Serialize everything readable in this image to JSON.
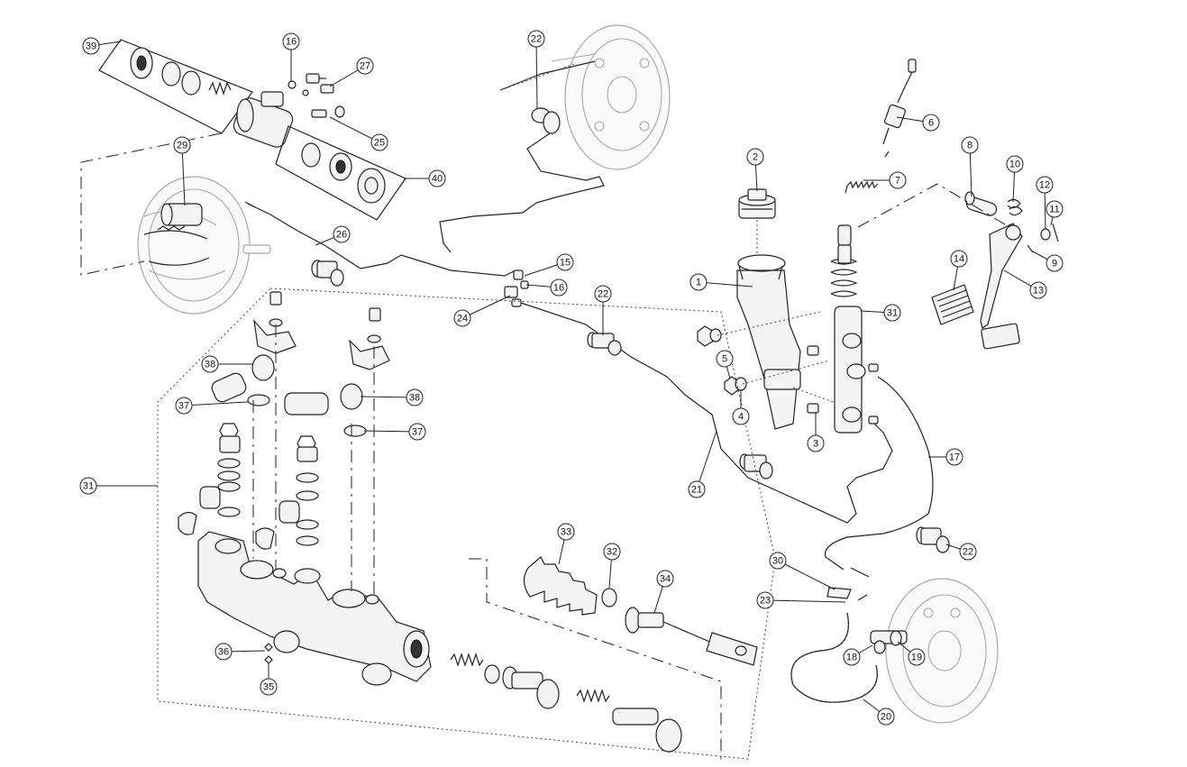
{
  "callouts": [
    {
      "id": "c1",
      "label": "1"
    },
    {
      "id": "c2",
      "label": "2"
    },
    {
      "id": "c3",
      "label": "3"
    },
    {
      "id": "c4",
      "label": "4"
    },
    {
      "id": "c5",
      "label": "5"
    },
    {
      "id": "c6",
      "label": "6"
    },
    {
      "id": "c7",
      "label": "7"
    },
    {
      "id": "c8",
      "label": "8"
    },
    {
      "id": "c9",
      "label": "9"
    },
    {
      "id": "c10",
      "label": "10"
    },
    {
      "id": "c11",
      "label": "11"
    },
    {
      "id": "c12",
      "label": "12"
    },
    {
      "id": "c13",
      "label": "13"
    },
    {
      "id": "c14",
      "label": "14"
    },
    {
      "id": "c15",
      "label": "15"
    },
    {
      "id": "c16a",
      "label": "16"
    },
    {
      "id": "c16b",
      "label": "16"
    },
    {
      "id": "c17",
      "label": "17"
    },
    {
      "id": "c18",
      "label": "18"
    },
    {
      "id": "c19",
      "label": "19"
    },
    {
      "id": "c20",
      "label": "20"
    },
    {
      "id": "c21",
      "label": "21"
    },
    {
      "id": "c22a",
      "label": "22"
    },
    {
      "id": "c22b",
      "label": "22"
    },
    {
      "id": "c22c",
      "label": "22"
    },
    {
      "id": "c23",
      "label": "23"
    },
    {
      "id": "c24",
      "label": "24"
    },
    {
      "id": "c25",
      "label": "25"
    },
    {
      "id": "c26",
      "label": "26"
    },
    {
      "id": "c27",
      "label": "27"
    },
    {
      "id": "c29",
      "label": "29"
    },
    {
      "id": "c30",
      "label": "30"
    },
    {
      "id": "c31a",
      "label": "31"
    },
    {
      "id": "c31b",
      "label": "31"
    },
    {
      "id": "c32",
      "label": "32"
    },
    {
      "id": "c33",
      "label": "33"
    },
    {
      "id": "c34",
      "label": "34"
    },
    {
      "id": "c35",
      "label": "35"
    },
    {
      "id": "c36",
      "label": "36"
    },
    {
      "id": "c37a",
      "label": "37"
    },
    {
      "id": "c37b",
      "label": "37"
    },
    {
      "id": "c38a",
      "label": "38"
    },
    {
      "id": "c38b",
      "label": "38"
    },
    {
      "id": "c39",
      "label": "39"
    },
    {
      "id": "c40",
      "label": "40"
    }
  ]
}
